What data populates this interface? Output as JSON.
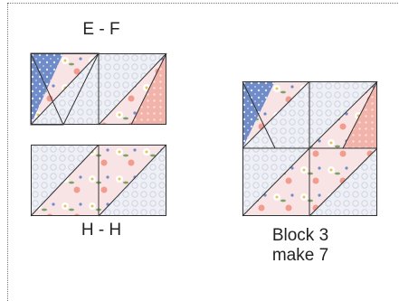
{
  "labels": {
    "ef": "E - F",
    "hh": "H - H",
    "block_line1": "Block 3",
    "block_line2": "make 7"
  },
  "colors": {
    "white_print": "#eef0f6",
    "blue_print": "#6f8cc9",
    "pink_print": "#f6c9c7",
    "coral_print": "#f0a8a0",
    "floral_bg": "#f8e4e4",
    "outline": "#333333"
  }
}
